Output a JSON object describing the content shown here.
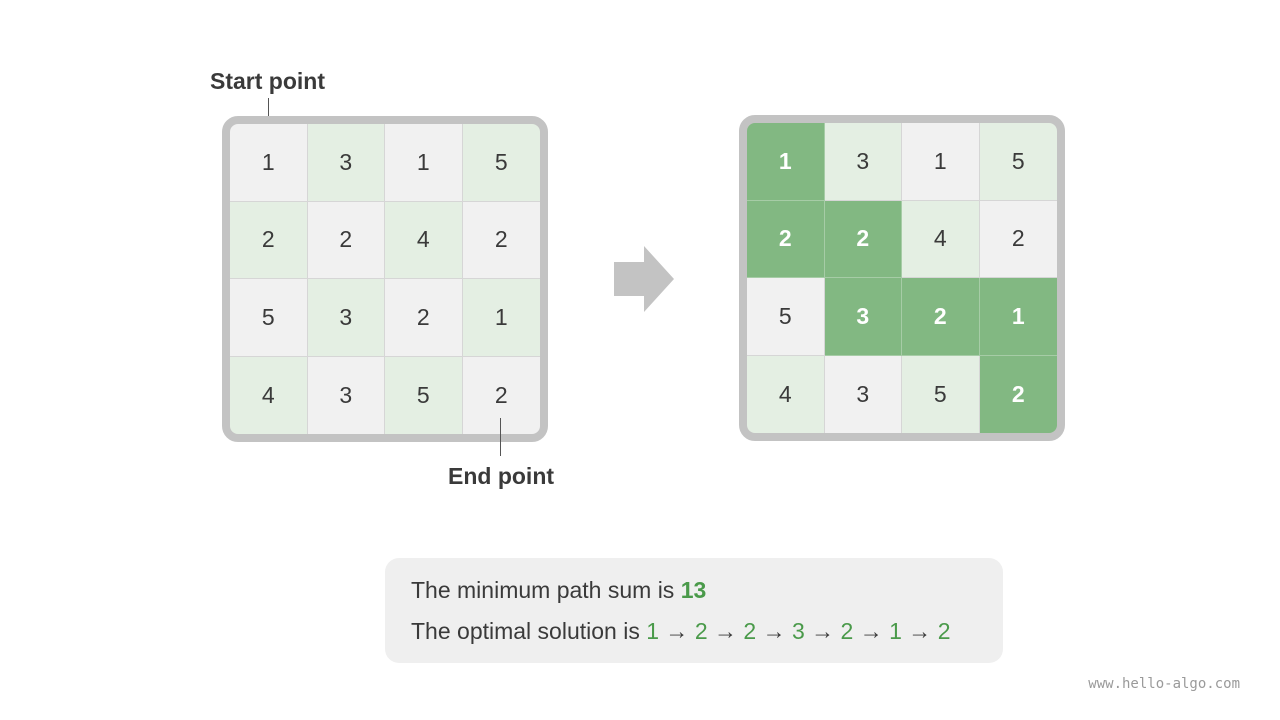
{
  "labels": {
    "start": "Start point",
    "end": "End point"
  },
  "grid_left": {
    "rows": [
      [
        1,
        3,
        1,
        5
      ],
      [
        2,
        2,
        4,
        2
      ],
      [
        5,
        3,
        2,
        1
      ],
      [
        4,
        3,
        5,
        2
      ]
    ]
  },
  "grid_right": {
    "rows": [
      [
        1,
        3,
        1,
        5
      ],
      [
        2,
        2,
        4,
        2
      ],
      [
        5,
        3,
        2,
        1
      ],
      [
        4,
        3,
        5,
        2
      ]
    ],
    "path_cells": [
      [
        0,
        0
      ],
      [
        1,
        0
      ],
      [
        1,
        1
      ],
      [
        2,
        1
      ],
      [
        2,
        2
      ],
      [
        2,
        3
      ],
      [
        3,
        3
      ]
    ]
  },
  "summary": {
    "min_prefix": "The minimum path sum is ",
    "min_value": "13",
    "opt_prefix": "The optimal solution is ",
    "path": [
      "1",
      "2",
      "2",
      "3",
      "2",
      "1",
      "2"
    ],
    "separator": "→"
  },
  "colors": {
    "path_cell": "#82b882",
    "light_green_cell": "#e4efe3",
    "gray_cell": "#f1f1f1",
    "border": "#c3c3c3",
    "accent_text": "#4a9a4a"
  },
  "watermark": "www.hello-algo.com"
}
